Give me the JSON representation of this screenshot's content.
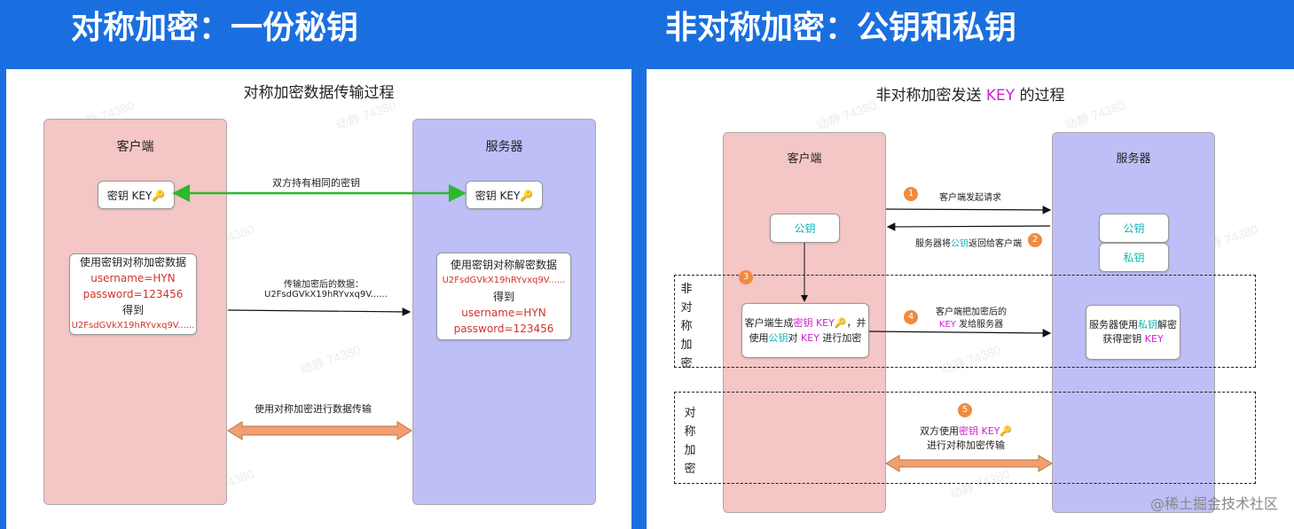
{
  "left": {
    "banner": "对称加密：一份秘钥",
    "title": "对称加密数据传输过程",
    "client_title": "客户端",
    "server_title": "服务器",
    "client_key": "密钥 KEY🔑",
    "server_key": "密钥 KEY🔑",
    "shared_key_label": "双方持有相同的密钥",
    "encrypt_box": {
      "line1": "使用密钥对称加密数据",
      "line2": "username=HYN",
      "line3": "password=123456",
      "line4": "得到",
      "line5": "U2FsdGVkX19hRYvxq9V......"
    },
    "transfer_label": "传输加密后的数据：",
    "transfer_value": "U2FsdGVkX19hRYvxq9V......",
    "decrypt_box": {
      "line1": "使用密钥对称解密数据",
      "line2": "U2FsdGVkX19hRYvxq9V......",
      "line3": "得到",
      "line4": "username=HYN",
      "line5": "password=123456"
    },
    "bottom_label": "使用对称加密进行数据传输"
  },
  "right": {
    "banner": "非对称加密：公钥和私钥",
    "title_part1": "非对称加密发送 ",
    "title_key": "KEY",
    "title_part2": " 的过程",
    "client_title": "客户端",
    "server_title": "服务器",
    "client_public_key": "公钥",
    "server_public_key": "公钥",
    "server_private_key": "私钥",
    "step1": "1",
    "step1_label": "客户端发起请求",
    "step2": "2",
    "step2_label_a": "服务器将",
    "step2_label_key": "公钥",
    "step2_label_b": "返回给客户端",
    "step3": "3",
    "client_gen": {
      "a": "客户端生成",
      "key": "密钥 KEY🔑",
      "b": "，并",
      "c": "使用",
      "pub": "公钥",
      "d": "对 ",
      "key2": "KEY",
      "e": " 进行加密"
    },
    "step4": "4",
    "step4_label_a": "客户端把加密后的",
    "step4_label_key": "KEY",
    "step4_label_b": " 发给服务器",
    "server_dec": {
      "a": "服务器使用",
      "priv": "私钥",
      "b": "解密",
      "c": "获得密钥 ",
      "key": "KEY"
    },
    "asym_label": [
      "非",
      "对",
      "称",
      "加",
      "密"
    ],
    "sym_label": [
      "对",
      "称",
      "加",
      "密"
    ],
    "step5": "5",
    "step5_a": "双方使用",
    "step5_key": "密钥 KEY🔑",
    "step5_b": "进行对称加密传输"
  },
  "footer": "@稀土掘金技术社区",
  "watermark": "动静 74380",
  "colors": {
    "banner_bg": "#1a6fe0",
    "client_bg": "#f4c6c6",
    "server_bg": "#bfbff7",
    "accent_red": "#d0342c",
    "accent_cyan": "#10b5b5",
    "accent_magenta": "#d020d0",
    "badge_orange": "#f08a3c",
    "green_arrow": "#2db82d",
    "orange_arrow": "#f0a070"
  }
}
